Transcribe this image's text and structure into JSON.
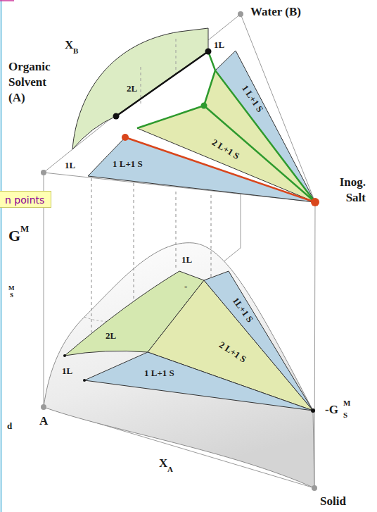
{
  "diagram": {
    "nodes": [
      {
        "text": [
          "n points"
        ]
      }
    ],
    "labels": [
      "Water (B)",
      "Organic Solvent (A)",
      "X",
      "B",
      "2L",
      "1L",
      "1L",
      "1 L+1 S",
      "2 L+1 S",
      "1 L+1 S",
      "Inog. Salt",
      "G",
      "M",
      "2L",
      "1L",
      "1L",
      "-",
      "1L+1 S",
      "2 L+1 S",
      "1 L+1 S",
      "-G",
      "M",
      "S",
      "A",
      "X",
      "A",
      "Solid",
      "M",
      "S",
      "d"
    ]
  }
}
